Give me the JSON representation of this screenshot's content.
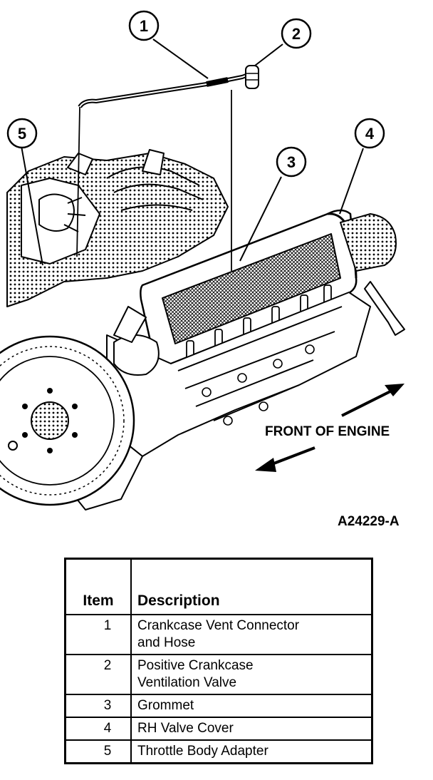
{
  "figure": {
    "id": "A24229-A",
    "direction_label": "FRONT OF ENGINE",
    "callouts": [
      "1",
      "2",
      "3",
      "4",
      "5"
    ]
  },
  "legend": {
    "headers": {
      "item": "Item",
      "description": "Description"
    },
    "rows": [
      {
        "item": "1",
        "description": [
          "Crankcase Vent Connector",
          "and Hose"
        ]
      },
      {
        "item": "2",
        "description": [
          "Positive Crankcase",
          "Ventilation Valve"
        ]
      },
      {
        "item": "3",
        "description": [
          "Grommet"
        ]
      },
      {
        "item": "4",
        "description": [
          "RH Valve Cover"
        ]
      },
      {
        "item": "5",
        "description": [
          "Throttle Body Adapter"
        ]
      }
    ]
  }
}
